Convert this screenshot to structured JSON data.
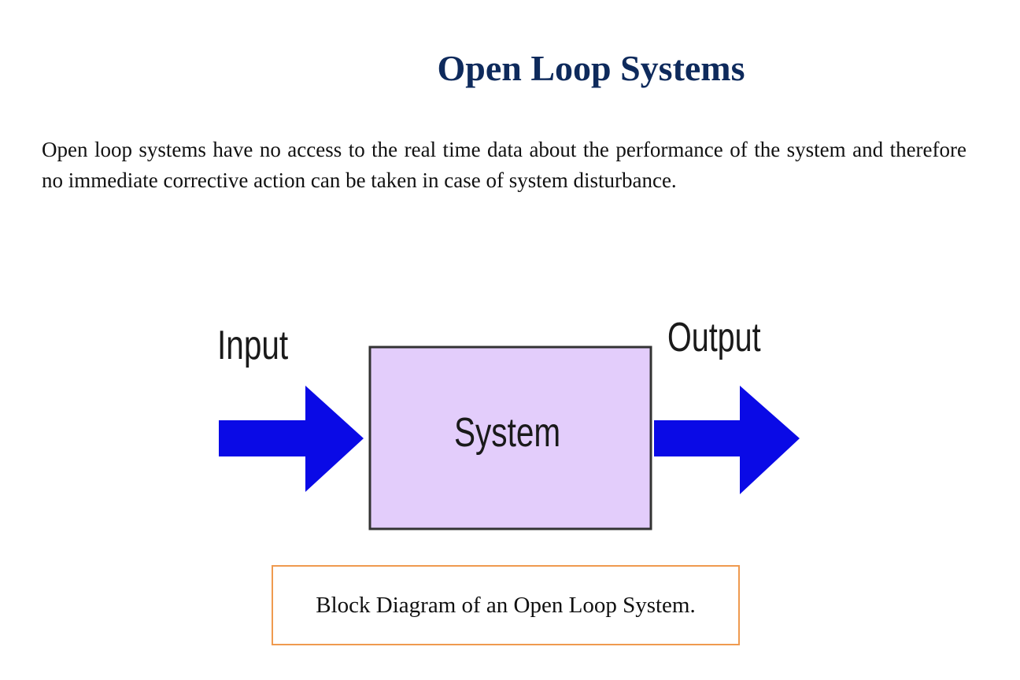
{
  "slide": {
    "title": "Open Loop Systems",
    "paragraph": "Open loop systems have no access to the real time data about the performance of the system and therefore no immediate corrective action can be taken in case of system disturbance.",
    "caption": "Block Diagram of an Open Loop System."
  },
  "diagram": {
    "input_label": "Input",
    "output_label": "Output",
    "block_label": "System",
    "arrow_color": "#0a0ae6",
    "block_fill": "#e3cdfb",
    "block_border": "#333333"
  },
  "colors": {
    "title": "#0e2a5c",
    "caption_border": "#ef9a4f"
  }
}
